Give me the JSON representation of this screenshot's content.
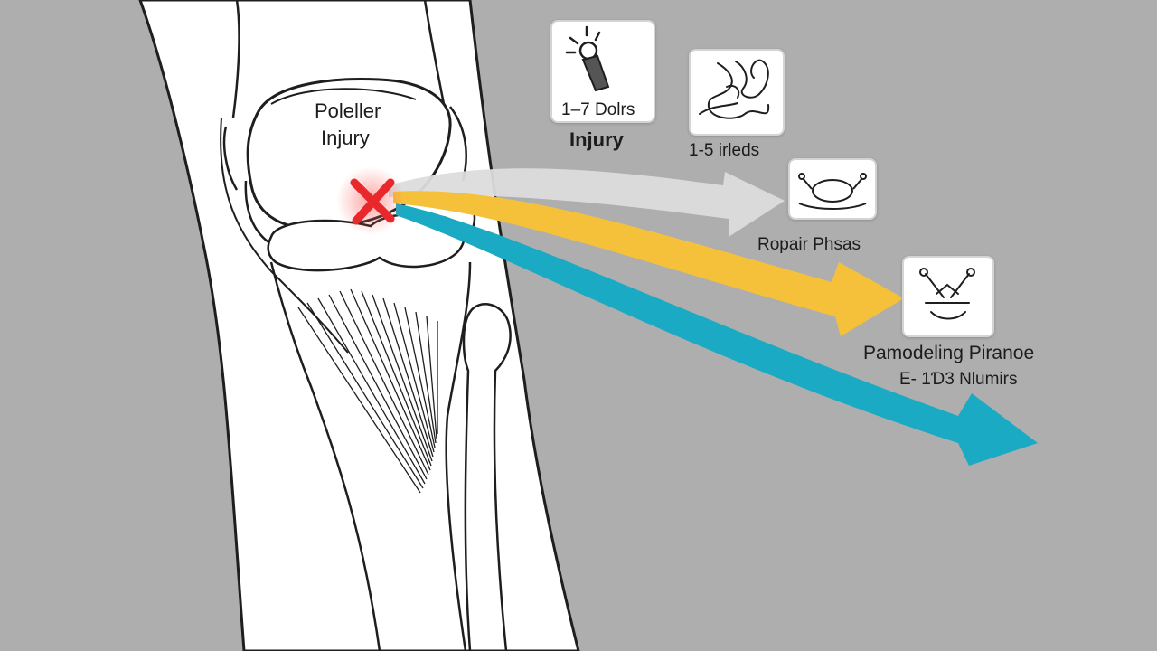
{
  "knee_labels": {
    "line1": "Poleller",
    "line2": "Injury"
  },
  "stages": [
    {
      "icon": "flashlight-icon",
      "card_text": "1–7 Dolrs",
      "label": "Injury"
    },
    {
      "icon": "tangled-fiber-icon",
      "label": "1-5 irleds"
    },
    {
      "icon": "repair-tissue-icon",
      "label": "Ropair Phsas"
    },
    {
      "icon": "remodeling-tissue-icon",
      "label": "Pamodeling Piranoe",
      "sub_label": "E- 1Ɗ3 Nlumirs"
    }
  ],
  "colors": {
    "background": "#aeaeae",
    "injury_mark": "#e8282b",
    "arrow_gray": "#dcdcdc",
    "arrow_yellow": "#f6c13a",
    "arrow_teal": "#1aaac4"
  }
}
